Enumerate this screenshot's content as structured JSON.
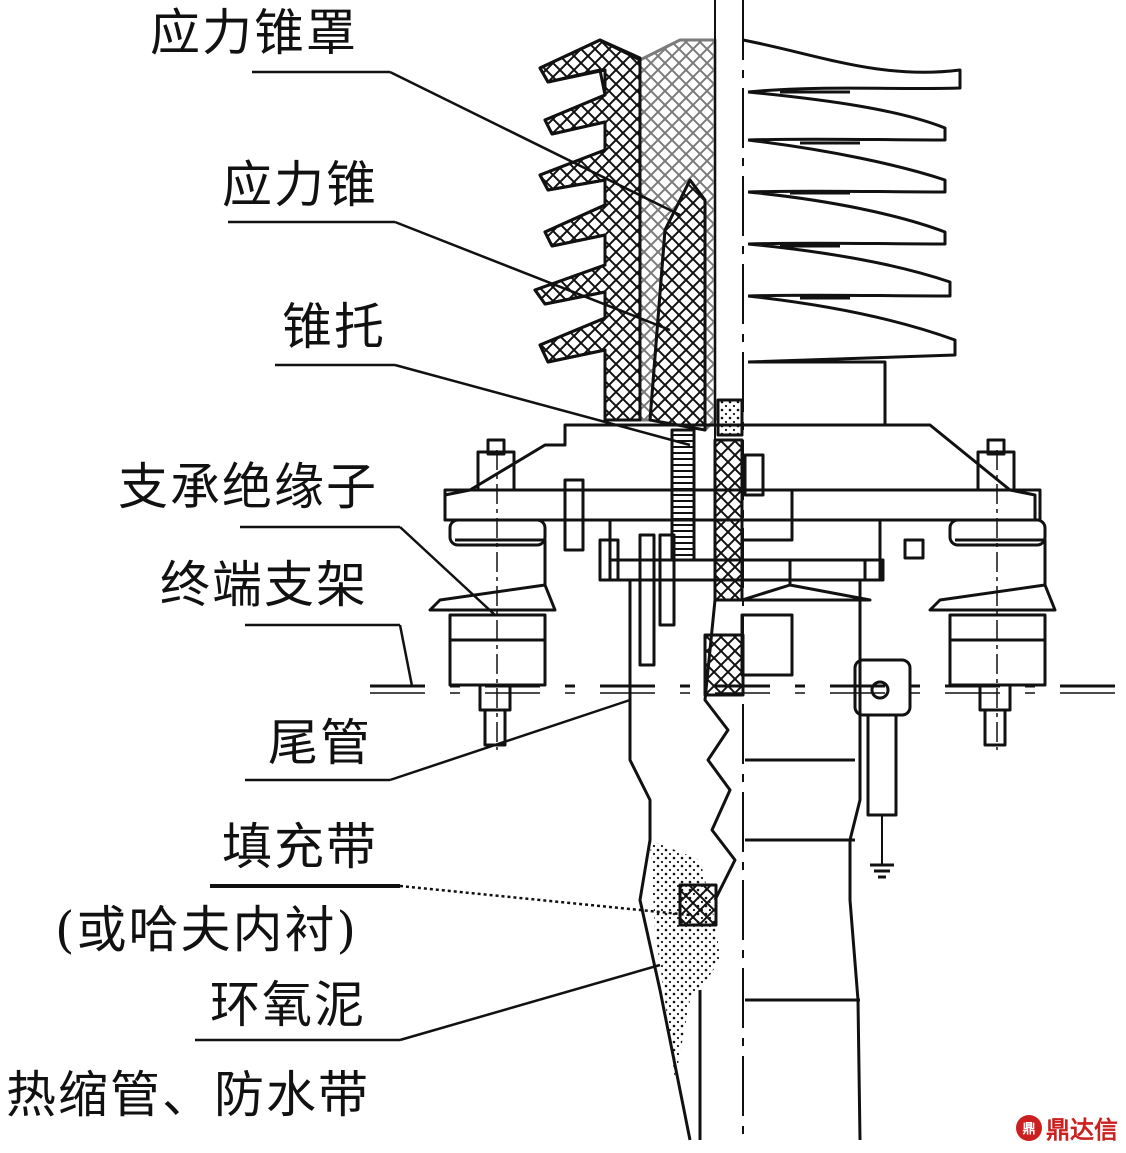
{
  "labels": {
    "stress_cone_cover": "应力锥罩",
    "stress_cone": "应力锥",
    "cone_support": "锥托",
    "support_insulator": "支承绝缘子",
    "terminal_bracket": "终端支架",
    "tail_pipe": "尾管",
    "filler_tape": "填充带",
    "filler_tape_alt": "(或哈夫内衬)",
    "epoxy_putty": "环氧泥",
    "heat_shrink_waterproof": "热缩管、防水带"
  },
  "watermark": {
    "badge": "鼎",
    "text": "鼎达信"
  },
  "colors": {
    "line": "#111111",
    "watermark": "#cc1f1f"
  }
}
